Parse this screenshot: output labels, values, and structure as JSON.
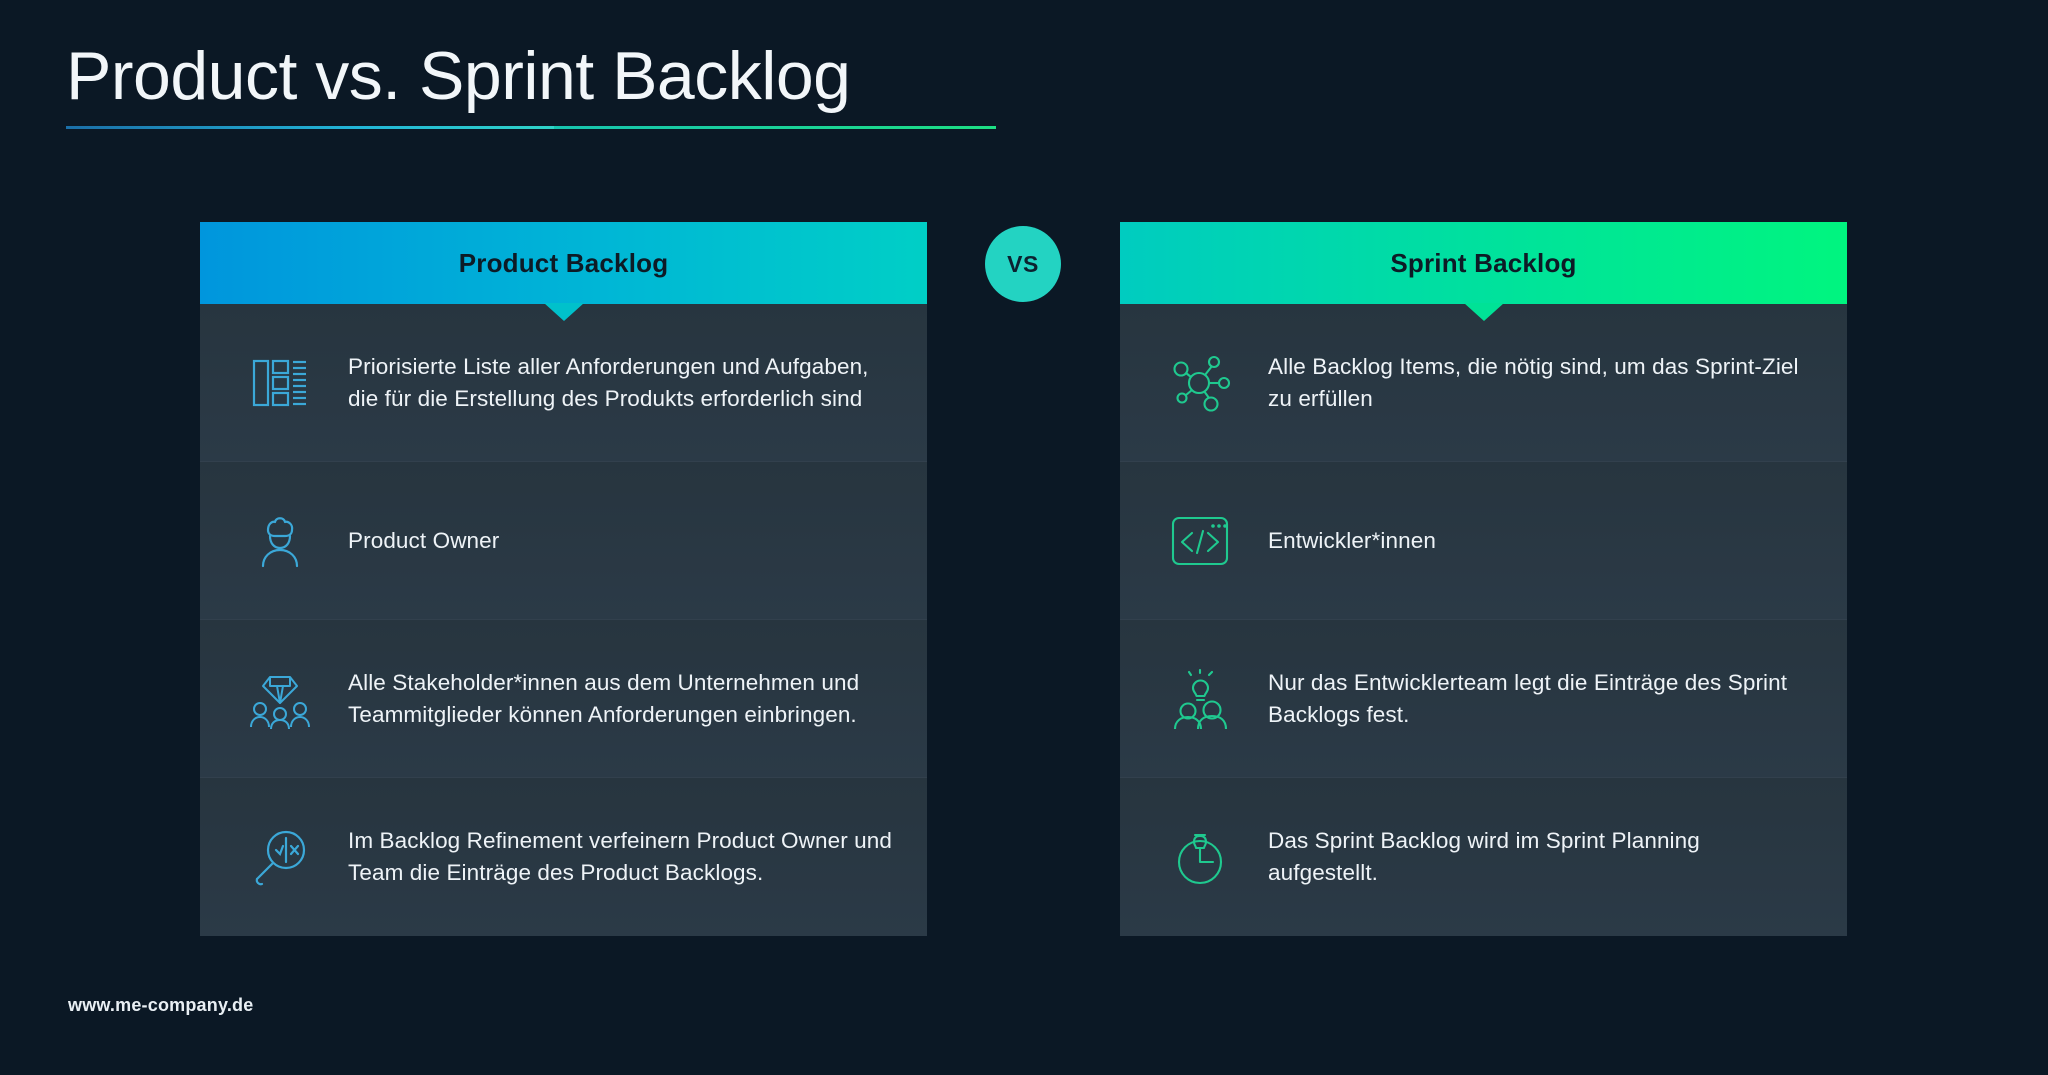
{
  "page": {
    "title": "Product vs. Sprint Backlog",
    "title_part_a": "Product vs.",
    "title_part_b": " Sprint Backlog",
    "footer": "www.me-company.de",
    "background_color": "#0b1825"
  },
  "vs_badge": {
    "label": "VS",
    "circle_color": "#23d3c2",
    "text_color": "#0c2230"
  },
  "columns": [
    {
      "id": "product-backlog",
      "header": "Product Backlog",
      "accent_from": "#0096dd",
      "accent_to": "#00cfc6",
      "icon_color": "#3ba8d8",
      "rows": [
        {
          "icon": "backlog-list-icon",
          "text": "Priorisierte Liste aller Anforderungen und Aufgaben, die für die Erstellung des Produkts erforderlich sind"
        },
        {
          "icon": "person-crown-icon",
          "text": "Product Owner"
        },
        {
          "icon": "diamond-people-icon",
          "text": "Alle Stakeholder*innen aus dem Unternehmen und Teammitglieder können Anforderungen einbringen."
        },
        {
          "icon": "magnifier-check-cross-icon",
          "text": "Im Backlog Refinement verfeinern Product Owner und Team die Einträge des Product Backlogs."
        }
      ]
    },
    {
      "id": "sprint-backlog",
      "header": "Sprint Backlog",
      "accent_from": "#00ccc0",
      "accent_to": "#00f57f",
      "icon_color": "#1fc98f",
      "rows": [
        {
          "icon": "network-nodes-icon",
          "text": "Alle Backlog Items, die nötig sind, um das Sprint-Ziel zu erfüllen"
        },
        {
          "icon": "code-window-icon",
          "text": "Entwickler*innen"
        },
        {
          "icon": "lightbulb-team-icon",
          "text": "Nur das Entwicklerteam legt die Einträge des Sprint Backlogs fest."
        },
        {
          "icon": "stopwatch-icon",
          "text": "Das Sprint Backlog wird im Sprint Planning aufgestellt."
        }
      ]
    }
  ]
}
